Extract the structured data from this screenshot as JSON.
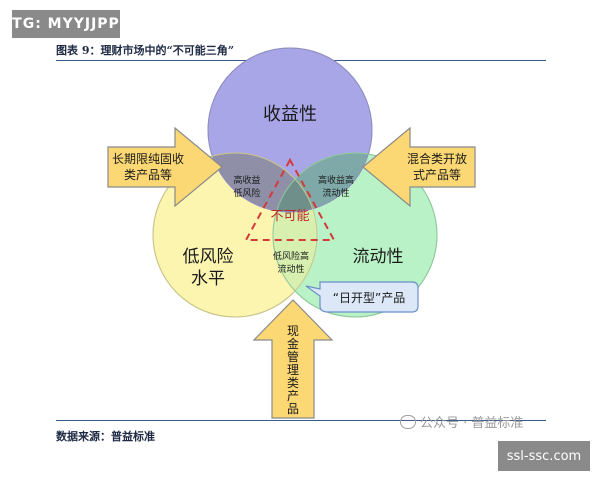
{
  "tag": "TG: MYYJJPP",
  "figure_title": "图表 9：理财市场中的“不可能三角”",
  "source": "数据来源：普益标准",
  "watermark": "公众号 · 普益标准",
  "badge": "ssl-ssc.com",
  "diagram": {
    "circles": {
      "return": "收益性",
      "low_risk_line1": "低风险",
      "low_risk_line2": "水平",
      "liquidity": "流动性"
    },
    "intersections": {
      "return_lowrisk_line1": "高收益",
      "return_lowrisk_line2": "低风险",
      "return_liquidity_line1": "高收益高",
      "return_liquidity_line2": "流动性",
      "lowrisk_liquidity_line1": "低风险高",
      "lowrisk_liquidity_line2": "流动性",
      "center": "不可能"
    },
    "arrows": {
      "left_line1": "长期限纯固收",
      "left_line2": "类产品等",
      "right_line1": "混合类开放",
      "right_line2": "式产品等",
      "bottom_chars": [
        "现",
        "金",
        "管",
        "理",
        "类",
        "产",
        "品"
      ]
    },
    "callout": "“日开型”产品",
    "colors": {
      "return_circle": "#a9a6e8",
      "lowrisk_circle": "#fbf5b0",
      "liquidity_circle": "#b9f2c6",
      "arrow_fill": "#fbd873",
      "arrow_stroke": "#8a8a8a",
      "impossible_text": "#c0282a",
      "callout_fill": "#dce8f8",
      "callout_stroke": "#6b8fc9"
    }
  }
}
